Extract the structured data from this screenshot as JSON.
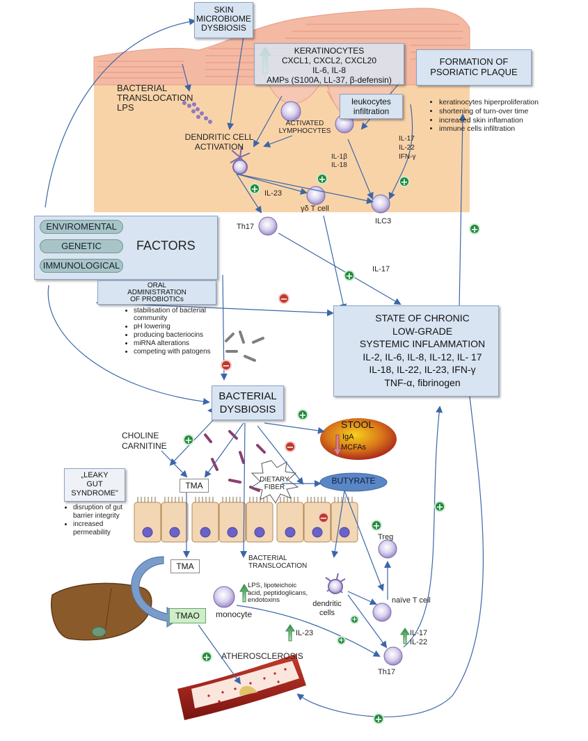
{
  "skin_microbiome": "SKIN\nMICROBIOME\nDYSBIOSIS",
  "keratinocytes": {
    "title": "KERATINOCYTES",
    "line1": "CXCL1, CXCL2, CXCL20",
    "line2": "IL-6, IL-8",
    "line3": "AMPs (S100A, LL-37, β-defensin)"
  },
  "leukocytes": "leukocytes\ninfiltration",
  "psoriatic_plaque": {
    "title": "FORMATION OF\nPSORIATIC PLAQUE",
    "items": [
      "keratinocytes hiperproliferation",
      "shortening of turn-over time",
      "increased skin inflamation",
      "immune cells infiltration"
    ]
  },
  "bacterial_translocation_skin": "BACTERIAL\nTRANSLOCATION\nLPS",
  "activated_lymphocytes": "ACTIVATED\nLYMPHOCYTES",
  "dendritic_activation": "DENDRITIC CELL\nACTIVATION",
  "il1b_il18": "IL-1β\nIL-18",
  "il17_il22_ifng": "IL-17\nIL-22\nIFN-γ",
  "il23_top": "IL-23",
  "gd_tcell": "γδ T cell",
  "ilc3": "ILC3",
  "th17_top": "Th17",
  "il17_mid": "IL-17",
  "factors": {
    "title": "FACTORS",
    "pills": [
      "ENVIROMENTAL",
      "GENETIC",
      "IMMUNOLOGICAL"
    ]
  },
  "probiotics": {
    "title": "ORAL\nADMINISTRATION\nOF PROBIOTICs",
    "items": [
      "stabilisation of bacterial community",
      "pH lowering",
      "producing bacteriocins",
      "miRNA alterations",
      "competing with patogens"
    ]
  },
  "chronic_inflammation": {
    "line1": "STATE OF CHRONIC",
    "line2": "LOW-GRADE",
    "line3": "SYSTEMIC INFLAMMATION",
    "line4": "IL-2, IL-6, IL-8, IL-12, IL- 17",
    "line5": "IL-18, IL-22, IL-23, IFN-γ",
    "line6": "TNF-α, fibrinogen"
  },
  "bacterial_dysbiosis": "BACTERIAL\nDYSBIOSIS",
  "choline_carnitine": "CHOLINE\nCARNITINE",
  "stool": {
    "title": "STOOL",
    "line1": "IgA",
    "line2": "MCFAs"
  },
  "leaky_gut": {
    "title": "„LEAKY\nGUT\nSYNDROME\"",
    "items": [
      "disruption of gut barrier integrity",
      "increased permeability"
    ]
  },
  "tma1": "TMA",
  "tma2": "TMA",
  "tmao": "TMAO",
  "dietary_fiber": "DIETARY\nFIBER",
  "butyrate": "BUTYRATE",
  "bacterial_translocation_gut": "BACTERIAL\nTRANSLOCATION",
  "lps_list": "LPS, lipoteichoic\nacid, peptidoglicans,\nendotoxins",
  "monocyte": "monocyte",
  "dendritic_cells": "dendritic\ncells",
  "treg": "Treg",
  "naive_tcell": "naïve T cell",
  "il17_il22_bottom": "IL-17\nIL-22",
  "il23_bottom": "IL-23",
  "th17_bottom": "Th17",
  "atherosclerosis": "ATHEROSCLEROSIS",
  "colors": {
    "skin": "#f9d3a8",
    "box_fill": "#d8e4f2",
    "arrow": "#3b66a8",
    "plus": "#1f8a3a",
    "minus": "#c0392b",
    "cell": "#9b8bc6"
  }
}
